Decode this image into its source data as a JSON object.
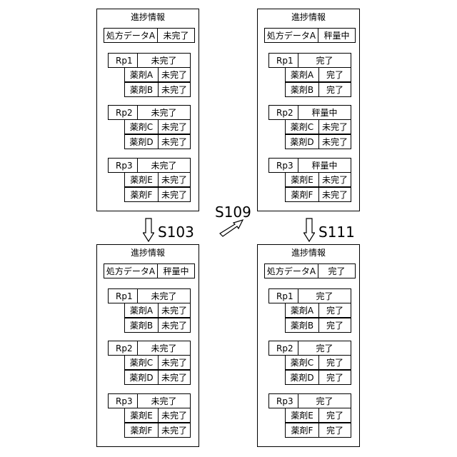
{
  "panels": [
    {
      "title": "進捗情報",
      "data_name": "処方データA",
      "data_status": "未完了",
      "rps": [
        {
          "name": "Rp1",
          "status": "未完了",
          "drugs": [
            {
              "name": "薬剤A",
              "status": "未完了"
            },
            {
              "name": "薬剤B",
              "status": "未完了"
            }
          ]
        },
        {
          "name": "Rp2",
          "status": "未完了",
          "drugs": [
            {
              "name": "薬剤C",
              "status": "未完了"
            },
            {
              "name": "薬剤D",
              "status": "未完了"
            }
          ]
        },
        {
          "name": "Rp3",
          "status": "未完了",
          "drugs": [
            {
              "name": "薬剤E",
              "status": "未完了"
            },
            {
              "name": "薬剤F",
              "status": "未完了"
            }
          ]
        }
      ]
    },
    {
      "title": "進捗情報",
      "data_name": "処方データA",
      "data_status": "秤量中",
      "rps": [
        {
          "name": "Rp1",
          "status": "完了",
          "drugs": [
            {
              "name": "薬剤A",
              "status": "完了"
            },
            {
              "name": "薬剤B",
              "status": "完了"
            }
          ]
        },
        {
          "name": "Rp2",
          "status": "秤量中",
          "drugs": [
            {
              "name": "薬剤C",
              "status": "未完了"
            },
            {
              "name": "薬剤D",
              "status": "未完了"
            }
          ]
        },
        {
          "name": "Rp3",
          "status": "秤量中",
          "drugs": [
            {
              "name": "薬剤E",
              "status": "未完了"
            },
            {
              "name": "薬剤F",
              "status": "未完了"
            }
          ]
        }
      ]
    },
    {
      "title": "進捗情報",
      "data_name": "処方データA",
      "data_status": "秤量中",
      "rps": [
        {
          "name": "Rp1",
          "status": "未完了",
          "drugs": [
            {
              "name": "薬剤A",
              "status": "未完了"
            },
            {
              "name": "薬剤B",
              "status": "未完了"
            }
          ]
        },
        {
          "name": "Rp2",
          "status": "未完了",
          "drugs": [
            {
              "name": "薬剤C",
              "status": "未完了"
            },
            {
              "name": "薬剤D",
              "status": "未完了"
            }
          ]
        },
        {
          "name": "Rp3",
          "status": "未完了",
          "drugs": [
            {
              "name": "薬剤E",
              "status": "未完了"
            },
            {
              "name": "薬剤F",
              "status": "未完了"
            }
          ]
        }
      ]
    },
    {
      "title": "進捗情報",
      "data_name": "処方データA",
      "data_status": "完了",
      "rps": [
        {
          "name": "Rp1",
          "status": "完了",
          "drugs": [
            {
              "name": "薬剤A",
              "status": "完了"
            },
            {
              "name": "薬剤B",
              "status": "完了"
            }
          ]
        },
        {
          "name": "Rp2",
          "status": "完了",
          "drugs": [
            {
              "name": "薬剤C",
              "status": "完了"
            },
            {
              "name": "薬剤D",
              "status": "完了"
            }
          ]
        },
        {
          "name": "Rp3",
          "status": "完了",
          "drugs": [
            {
              "name": "薬剤E",
              "status": "完了"
            },
            {
              "name": "薬剤F",
              "status": "完了"
            }
          ]
        }
      ]
    }
  ],
  "steps": {
    "s103": "S103",
    "s109": "S109",
    "s111": "S111"
  }
}
